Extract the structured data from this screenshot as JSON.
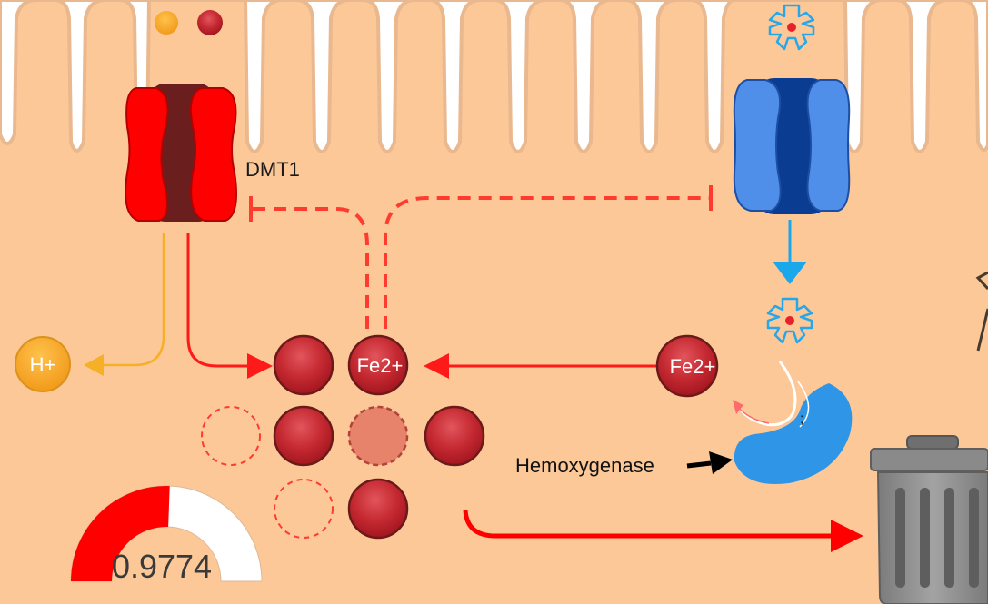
{
  "labels": {
    "dmt1": "DMT1",
    "h_plus": "H+",
    "fe2_center": "Fe2+",
    "fe2_right": "Fe2+",
    "hemoxygenase": "Hemoxygenase",
    "semicolon": ";",
    "gauge_value": "0.9774"
  },
  "gauge": {
    "value": 0.9774
  },
  "colors": {
    "background": "#fcc898",
    "lumen": "#ffffff",
    "membrane_edge": "#e9b88e",
    "dmt1_red": "#ff0000",
    "dmt1_core": "#6b1e1e",
    "heme_transporter": "#4f8fea",
    "heme_transporter_core": "#0a3d91",
    "iron": "#c62a32",
    "proton": "#f6a623",
    "inhibition": "#ff3b30",
    "heme_arrow": "#1aa7ec",
    "hemoxygenase": "#2f95e6",
    "trash": "#8f8f8f"
  }
}
